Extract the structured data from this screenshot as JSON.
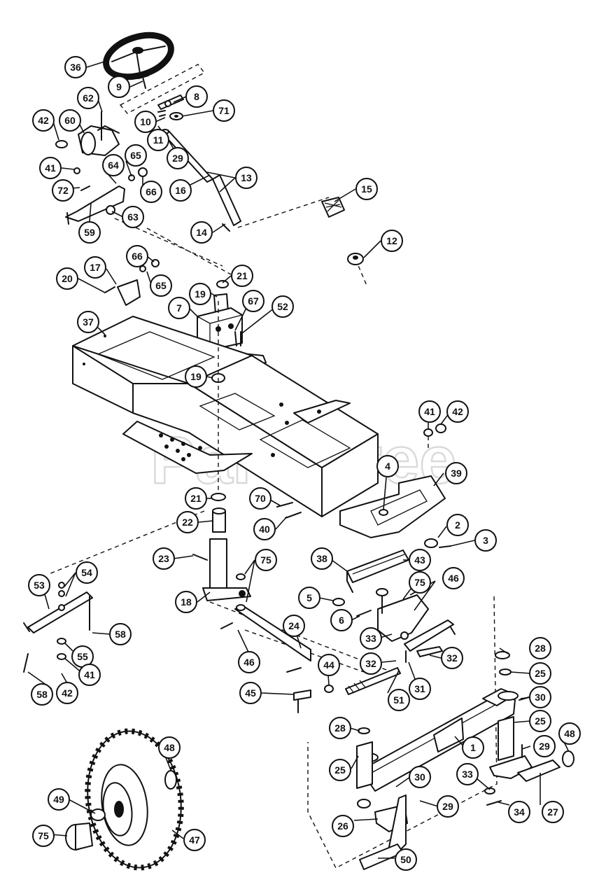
{
  "watermark": "PartsTree",
  "callouts": [
    "36",
    "9",
    "8",
    "62",
    "71",
    "42",
    "60",
    "10",
    "11",
    "29",
    "65",
    "13",
    "15",
    "41",
    "64",
    "66",
    "72",
    "16",
    "63",
    "59",
    "14",
    "12",
    "66",
    "17",
    "65",
    "20",
    "21",
    "19",
    "67",
    "52",
    "7",
    "37",
    "19",
    "41",
    "42",
    "4",
    "39",
    "21",
    "70",
    "22",
    "40",
    "2",
    "3",
    "23",
    "54",
    "75",
    "38",
    "43",
    "46",
    "53",
    "5",
    "75",
    "18",
    "6",
    "58",
    "46",
    "24",
    "33",
    "55",
    "32",
    "32",
    "28",
    "44",
    "41",
    "42",
    "31",
    "25",
    "45",
    "51",
    "58",
    "30",
    "25",
    "28",
    "48",
    "1",
    "29",
    "25",
    "33",
    "48",
    "30",
    "34",
    "27",
    "49",
    "29",
    "26",
    "75",
    "47",
    "50"
  ]
}
